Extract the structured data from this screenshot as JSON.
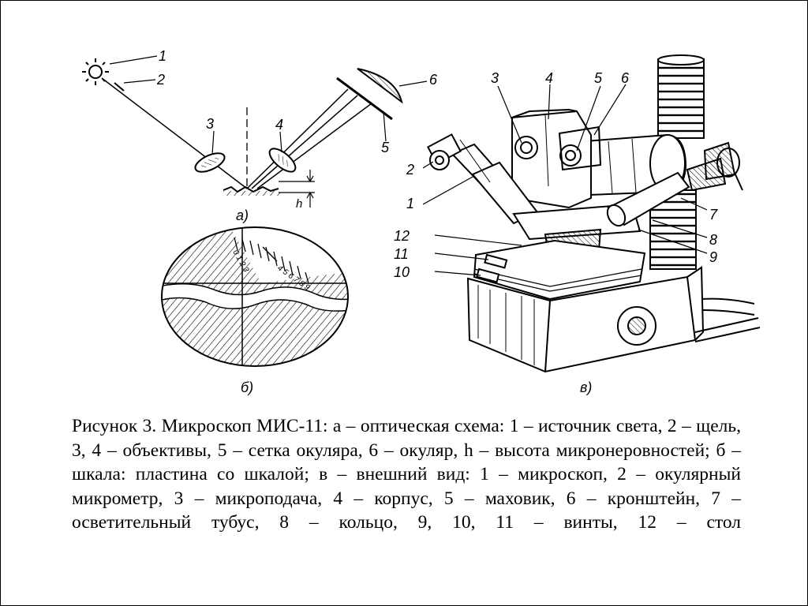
{
  "panel_a": {
    "label": "а)",
    "callouts": [
      "1",
      "2",
      "3",
      "4",
      "5",
      "6"
    ],
    "height_symbol": "h"
  },
  "panel_b": {
    "label": "б)",
    "scale_top": "0 1 2 3",
    "scale_bottom": "4 5 6 7 8 9"
  },
  "panel_c": {
    "label": "в)",
    "callouts": [
      "1",
      "2",
      "3",
      "4",
      "5",
      "6",
      "7",
      "8",
      "9",
      "10",
      "11",
      "12"
    ]
  },
  "caption": "Рисунок 3. Микроскоп МИС-11: а – оптическая схема: 1 – источник света, 2 – щель, 3, 4 – объективы, 5 – сетка окуляра, 6 – окуляр, h – высота микронеровностей; б – шкала: пластина со шкалой; в – внешний вид: 1 – микроскоп, 2 – окулярный микрометр, 3 – микроподача, 4 – корпус, 5 – маховик, 6 – кронштейн, 7 – осветительный тубус, 8 – кольцо, 9, 10, 11 – винты, 12 – стол"
}
